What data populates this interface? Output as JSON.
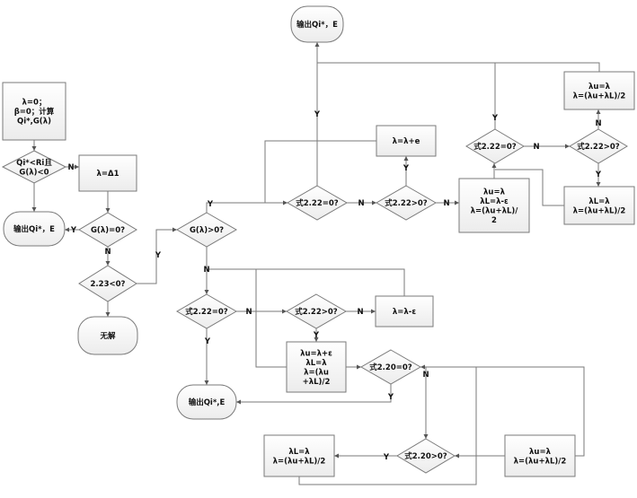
{
  "diagram": {
    "title": "",
    "nodes": {
      "start_init": {
        "type": "process",
        "lines": [
          "λ=0；",
          "β=0；计算",
          "Qi*,G(λ)"
        ]
      },
      "cond_qi_ri": {
        "type": "decision",
        "lines": [
          "Qi*<Ri且",
          "G(λ)<0"
        ]
      },
      "set_delta": {
        "type": "process",
        "lines": [
          "λ=Δ1"
        ]
      },
      "out_left": {
        "type": "terminal",
        "lines": [
          "输出Qi*，E"
        ]
      },
      "cond_g_eq0": {
        "type": "decision",
        "lines": [
          "G(λ)=0?"
        ]
      },
      "cond_223": {
        "type": "decision",
        "lines": [
          "2.23<0?"
        ]
      },
      "no_solution": {
        "type": "terminal",
        "lines": [
          "无解"
        ]
      },
      "cond_g_gt0": {
        "type": "decision",
        "lines": [
          "G(λ)>0?"
        ]
      },
      "out_top": {
        "type": "terminal",
        "lines": [
          "输出Qi*，E"
        ]
      },
      "cond_222_eq0_a": {
        "type": "decision",
        "lines": [
          "式2.22=0?"
        ]
      },
      "cond_222_gt0_a": {
        "type": "decision",
        "lines": [
          "式2.22>0?"
        ]
      },
      "inc_e": {
        "type": "process",
        "lines": [
          "λ=λ+e"
        ]
      },
      "bisect_a": {
        "type": "process",
        "lines": [
          "λu=λ",
          "λL=λ-ε",
          "λ=(λu+λL)/",
          "2"
        ]
      },
      "cond_222_eq0_b": {
        "type": "decision",
        "lines": [
          "式2.22=0?"
        ]
      },
      "cond_222_gt0_b": {
        "type": "decision",
        "lines": [
          "式2.22>0?"
        ]
      },
      "upper_b": {
        "type": "process",
        "lines": [
          "λu=λ",
          "λ=(λu+λL)/2"
        ]
      },
      "lower_b": {
        "type": "process",
        "lines": [
          "λL=λ",
          "λ=(λu+λL)/2"
        ]
      },
      "cond_222_eq0_c": {
        "type": "decision",
        "lines": [
          "式2.22=0?"
        ]
      },
      "cond_222_gt0_c": {
        "type": "decision",
        "lines": [
          "式2.22>0?"
        ]
      },
      "dec_e": {
        "type": "process",
        "lines": [
          "λ=λ-ε"
        ]
      },
      "bisect_c": {
        "type": "process",
        "lines": [
          "λu=λ+ε",
          "λL=λ",
          "λ=(λu",
          "+λL)/2"
        ]
      },
      "out_bottom": {
        "type": "terminal",
        "lines": [
          "输出Qi*,E"
        ]
      },
      "cond_220_eq0": {
        "type": "decision",
        "lines": [
          "式2.20=0?"
        ]
      },
      "cond_220_gt0": {
        "type": "decision",
        "lines": [
          "式2.20>0?"
        ]
      },
      "lower_d": {
        "type": "process",
        "lines": [
          "λL=λ",
          "λ=(λu+λL)/2"
        ]
      },
      "upper_d": {
        "type": "process",
        "lines": [
          "λu=λ",
          "λ=(λu+λL)/2"
        ]
      }
    },
    "edge_labels": {
      "yes": "Y",
      "no": "N"
    },
    "edges": [
      {
        "from": "start_init",
        "to": "cond_qi_ri",
        "label": ""
      },
      {
        "from": "cond_qi_ri",
        "to": "set_delta",
        "label": "N"
      },
      {
        "from": "cond_qi_ri",
        "to": "out_left",
        "label": ""
      },
      {
        "from": "set_delta",
        "to": "cond_g_eq0",
        "label": ""
      },
      {
        "from": "cond_g_eq0",
        "to": "out_left",
        "label": "Y"
      },
      {
        "from": "cond_g_eq0",
        "to": "cond_223",
        "label": "N"
      },
      {
        "from": "cond_223",
        "to": "no_solution",
        "label": ""
      },
      {
        "from": "cond_223",
        "to": "cond_g_gt0",
        "label": "Y"
      },
      {
        "from": "cond_g_gt0",
        "to": "cond_222_eq0_a",
        "label": "Y"
      },
      {
        "from": "cond_g_gt0",
        "to": "cond_222_eq0_c",
        "label": "N"
      },
      {
        "from": "cond_222_eq0_a",
        "to": "out_top",
        "label": "Y"
      },
      {
        "from": "cond_222_eq0_a",
        "to": "cond_222_gt0_a",
        "label": "N"
      },
      {
        "from": "cond_222_gt0_a",
        "to": "inc_e",
        "label": "Y"
      },
      {
        "from": "cond_222_gt0_a",
        "to": "bisect_a",
        "label": "N"
      },
      {
        "from": "inc_e",
        "to": "cond_222_eq0_a",
        "label": ""
      },
      {
        "from": "bisect_a",
        "to": "cond_222_eq0_b",
        "label": ""
      },
      {
        "from": "cond_222_eq0_b",
        "to": "out_top",
        "label": "Y"
      },
      {
        "from": "cond_222_eq0_b",
        "to": "cond_222_gt0_b",
        "label": "N"
      },
      {
        "from": "cond_222_gt0_b",
        "to": "upper_b",
        "label": "N"
      },
      {
        "from": "cond_222_gt0_b",
        "to": "lower_b",
        "label": "Y"
      },
      {
        "from": "upper_b",
        "to": "cond_222_eq0_b",
        "label": ""
      },
      {
        "from": "lower_b",
        "to": "cond_222_eq0_b",
        "label": ""
      },
      {
        "from": "cond_222_eq0_c",
        "to": "out_bottom",
        "label": "Y"
      },
      {
        "from": "cond_222_eq0_c",
        "to": "cond_222_gt0_c",
        "label": "N"
      },
      {
        "from": "cond_222_gt0_c",
        "to": "dec_e",
        "label": "N"
      },
      {
        "from": "cond_222_gt0_c",
        "to": "bisect_c",
        "label": "Y"
      },
      {
        "from": "dec_e",
        "to": "cond_222_eq0_c",
        "label": ""
      },
      {
        "from": "bisect_c",
        "to": "cond_220_eq0",
        "label": ""
      },
      {
        "from": "cond_220_eq0",
        "to": "out_bottom",
        "label": "Y"
      },
      {
        "from": "cond_220_eq0",
        "to": "cond_220_gt0",
        "label": "N"
      },
      {
        "from": "cond_220_gt0",
        "to": "lower_d",
        "label": "Y"
      },
      {
        "from": "upper_d",
        "to": "cond_220_gt0",
        "label": ""
      },
      {
        "from": "lower_d",
        "to": "cond_220_eq0",
        "label": ""
      },
      {
        "from": "upper_d",
        "to": "cond_220_eq0",
        "label": ""
      }
    ]
  }
}
